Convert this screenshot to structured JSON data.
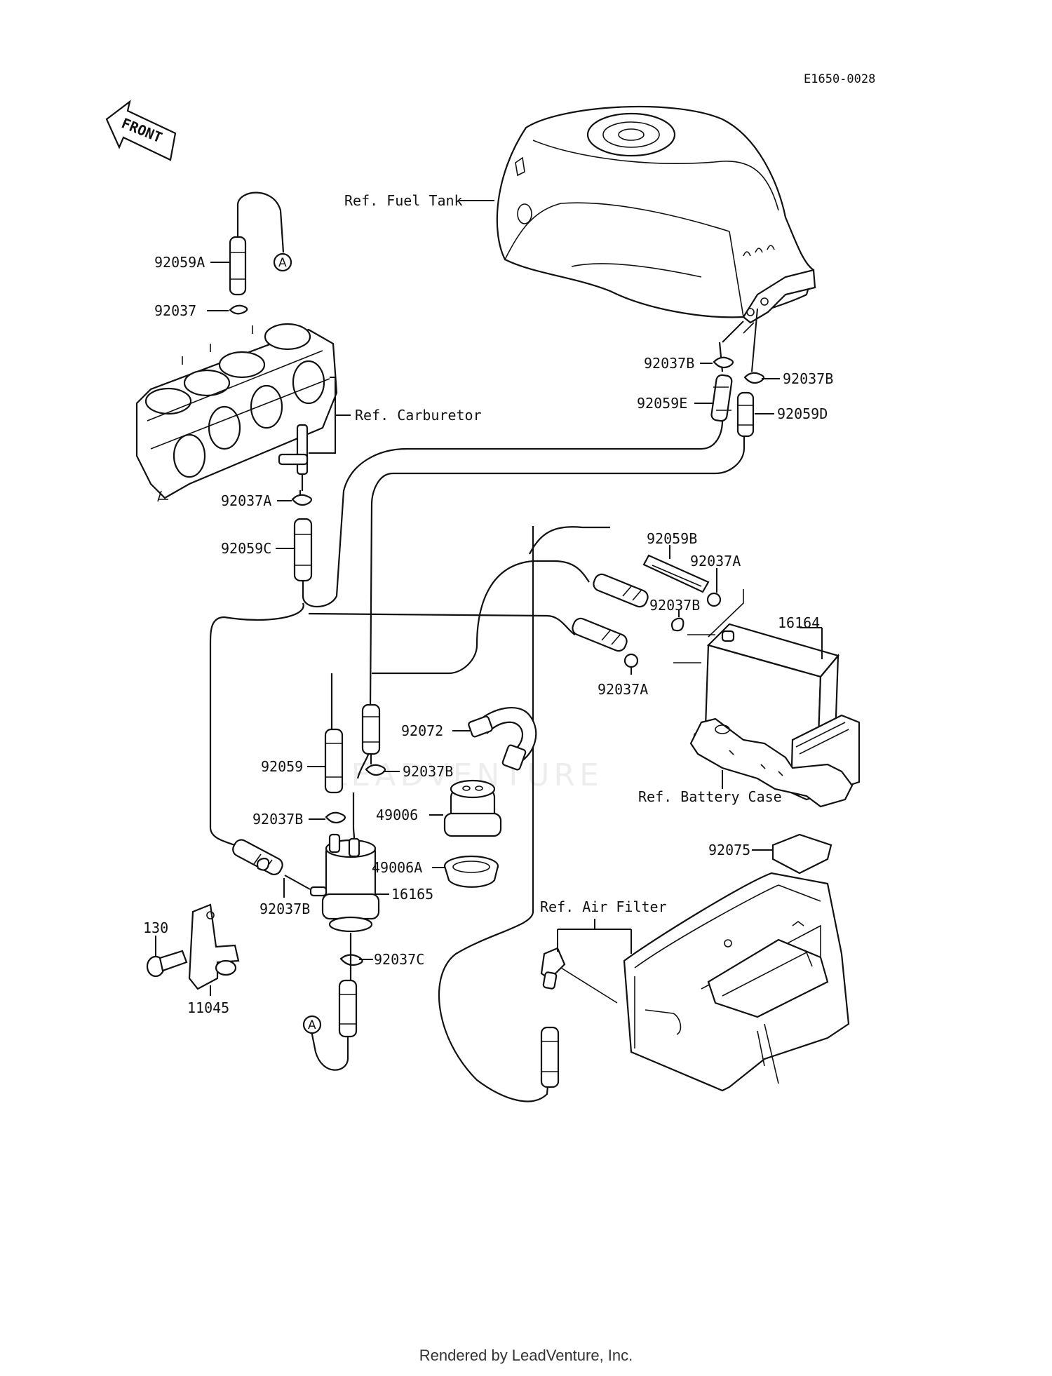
{
  "diagram_id": "E1650-0028",
  "front_label": "FRONT",
  "connector_symbol": "A",
  "watermark": "LEADVENTURE",
  "credit": "Rendered by LeadVenture, Inc.",
  "labels": {
    "l_92059A": "92059A",
    "l_92037": "92037",
    "l_ref_carb": "Ref. Carburetor",
    "l_92037A_1": "92037A",
    "l_92059C": "92059C",
    "l_ref_tank": "Ref. Fuel Tank",
    "l_92037B_1": "92037B",
    "l_92037B_2": "92037B",
    "l_92059E": "92059E",
    "l_92059D": "92059D",
    "l_92059B": "92059B",
    "l_92037A_2": "92037A",
    "l_92037B_3": "92037B",
    "l_16164": "16164",
    "l_92037A_3": "92037A",
    "l_92072": "92072",
    "l_92059": "92059",
    "l_92037B_4": "92037B",
    "l_49006": "49006",
    "l_92037B_5": "92037B",
    "l_49006A": "49006A",
    "l_16165": "16165",
    "l_92037B_6": "92037B",
    "l_130": "130",
    "l_11045": "11045",
    "l_92037C": "92037C",
    "l_ref_battery": "Ref. Battery Case",
    "l_92075": "92075",
    "l_ref_air": "Ref. Air Filter"
  }
}
